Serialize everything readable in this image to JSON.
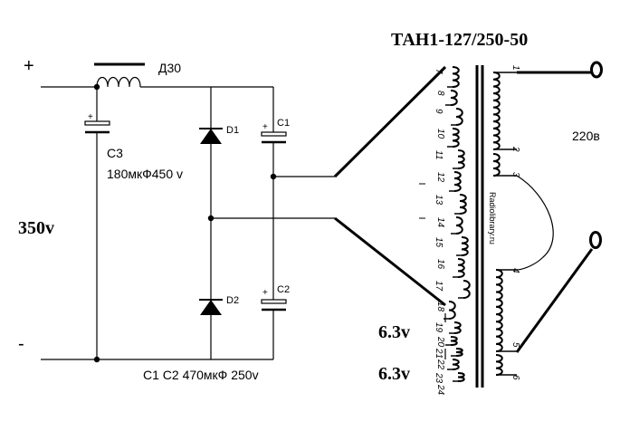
{
  "supply": {
    "plus": "+",
    "minus": "-",
    "voltage": "350v"
  },
  "choke": {
    "label": "Д30"
  },
  "c3": {
    "label": "C3",
    "value": "180мкФ450 v",
    "pol": "+"
  },
  "d1": {
    "label": "D1"
  },
  "d2": {
    "label": "D2"
  },
  "c1": {
    "label": "C1",
    "pol": "+"
  },
  "c2": {
    "label": "C2",
    "pol": "+"
  },
  "caps_note": "C1 C2 470мкФ 250v",
  "transformer": {
    "title": "ТАН1-127/250-50",
    "primary_voltage": "220в",
    "watermark": "Radiolibrary.ru",
    "primary_pins": [
      "1",
      "2",
      "3",
      "4",
      "5",
      "6"
    ],
    "secondary_pins": [
      "7",
      "8",
      "9",
      "10",
      "11",
      "12",
      "13",
      "14",
      "15",
      "16",
      "17",
      "18",
      "19",
      "20",
      "21",
      "22",
      "23",
      "24"
    ],
    "heater_voltage_1": "6.3v",
    "heater_voltage_2": "6.3v"
  }
}
